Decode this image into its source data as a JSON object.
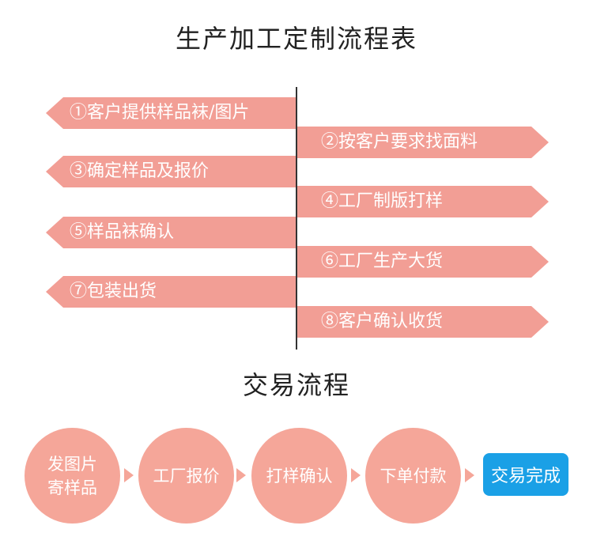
{
  "main_title": "生产加工定制流程表",
  "flow_steps": [
    "①客户提供样品袜/图片",
    "②按客户要求找面料",
    "③确定样品及报价",
    "④工厂制版打样",
    "⑤样品袜确认",
    "⑥工厂生产大货",
    "⑦包装出货",
    "⑧客户确认收货"
  ],
  "trade_title": "交易流程",
  "trade_steps": [
    {
      "line1": "发图片",
      "line2": "寄样品"
    },
    {
      "line1": "工厂报价"
    },
    {
      "line1": "打样确认"
    },
    {
      "line1": "下单付款"
    }
  ],
  "trade_final": "交易完成",
  "colors": {
    "arrow": "#f29e95",
    "circle": "#f5a699",
    "final": "#1aa0e6"
  }
}
